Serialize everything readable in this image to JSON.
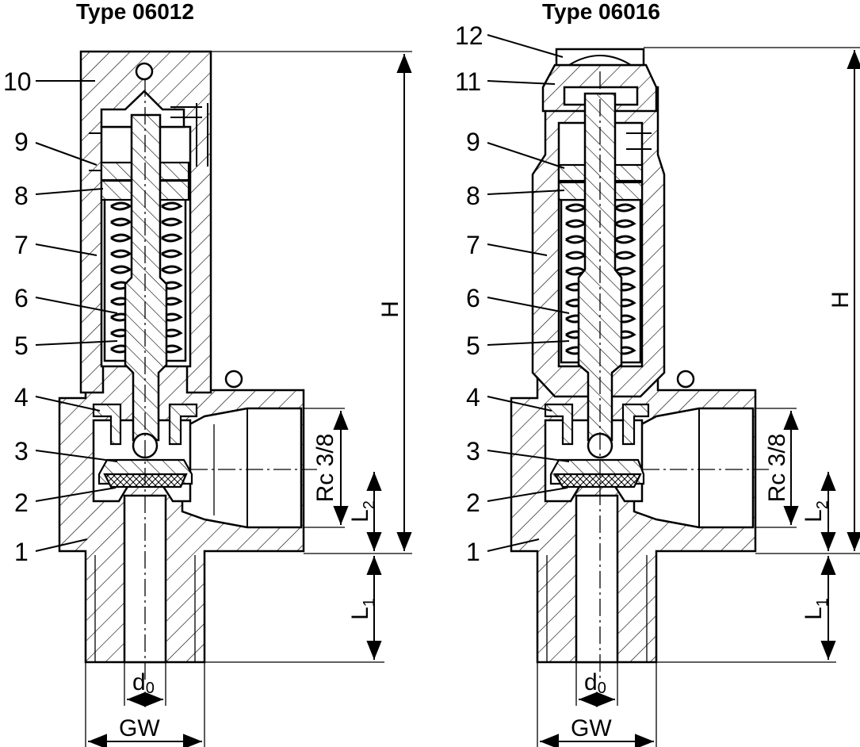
{
  "left": {
    "title": "Type 06012",
    "callouts": [
      "10",
      "9",
      "8",
      "7",
      "6",
      "5",
      "4",
      "3",
      "2",
      "1"
    ]
  },
  "right": {
    "title": "Type 06016",
    "callouts": [
      "12",
      "11",
      "9",
      "8",
      "7",
      "6",
      "5",
      "4",
      "3",
      "2",
      "1"
    ]
  },
  "dimensions": {
    "height": "H",
    "thread": "Rc 3/8",
    "l1": "L",
    "l1_sub": "1",
    "l2": "L",
    "l2_sub": "2",
    "d0": "d",
    "d0_sub": "0",
    "gw": "GW"
  }
}
